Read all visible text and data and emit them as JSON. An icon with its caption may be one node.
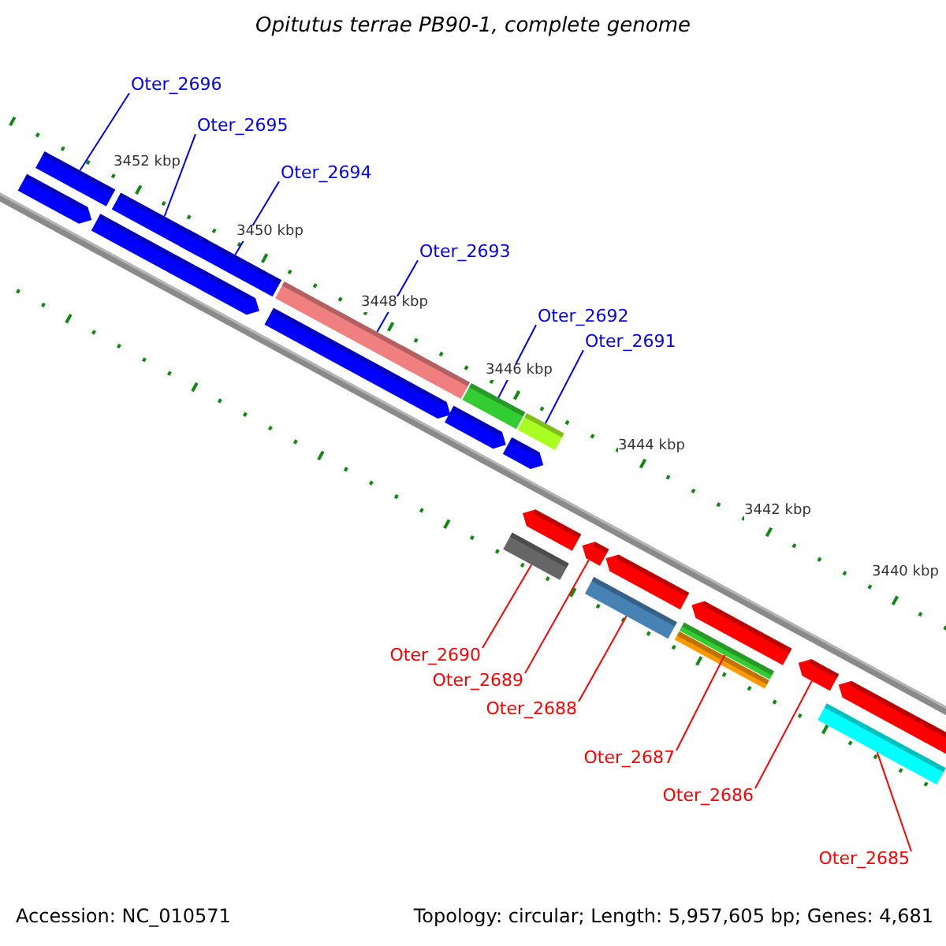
{
  "diagram": {
    "title": "Opitutus terrae PB90-1, complete genome",
    "nodes": [
      {
        "text": [
          "Oter_2696"
        ]
      },
      {
        "text": [
          "Oter_2695"
        ]
      },
      {
        "text": [
          "Oter_2694"
        ]
      },
      {
        "text": [
          "Oter_2693"
        ]
      },
      {
        "text": [
          "Oter_2692"
        ]
      },
      {
        "text": [
          "Oter_2691"
        ]
      },
      {
        "text": [
          "Oter_2690"
        ]
      },
      {
        "text": [
          "Oter_2689"
        ]
      },
      {
        "text": [
          "Oter_2688"
        ]
      },
      {
        "text": [
          "Oter_2687"
        ]
      },
      {
        "text": [
          "Oter_2686"
        ]
      },
      {
        "text": [
          "Oter_2685"
        ]
      },
      {
        "text": [],
        "shape": "bar"
      },
      {
        "text": [],
        "shape": "bar"
      },
      {
        "text": [],
        "shape": "bar"
      },
      {
        "text": [],
        "shape": "bar"
      },
      {
        "text": [],
        "shape": "bar"
      },
      {
        "text": [],
        "shape": "bar"
      },
      {
        "text": [],
        "shape": "bar"
      },
      {
        "text": [],
        "shape": "bar"
      },
      {
        "text": [],
        "shape": "bar"
      },
      {
        "text": [],
        "shape": "bar"
      },
      {
        "text": [],
        "shape": "bar"
      },
      {
        "text": [],
        "shape": "bar"
      },
      {
        "text": [],
        "shape": "bar"
      },
      {
        "text": [],
        "shape": "bar"
      },
      {
        "text": [],
        "shape": "bar"
      },
      {
        "text": [],
        "shape": "bar"
      },
      {
        "text": [],
        "shape": "bar"
      },
      {
        "text": [],
        "shape": "bar"
      },
      {
        "text": [],
        "shape": "bar"
      },
      {
        "text": [],
        "shape": "bar"
      },
      {
        "text": [],
        "shape": "bar"
      },
      {
        "text": [],
        "shape": "bar"
      },
      {
        "text": [],
        "shape": "bar"
      }
    ],
    "edges": [
      {
        "from": 0,
        "to": 12,
        "arrow": "none",
        "color": "#0000ff"
      },
      {
        "from": 1,
        "to": 13,
        "arrow": "none",
        "color": "#0000ff"
      },
      {
        "from": 2,
        "to": 14,
        "arrow": "none",
        "color": "#0000ff"
      },
      {
        "from": 3,
        "to": 15,
        "arrow": "none",
        "color": "#0000ff"
      },
      {
        "from": 4,
        "to": 16,
        "arrow": "none",
        "color": "#0000ff"
      },
      {
        "from": 5,
        "to": 17,
        "arrow": "none",
        "color": "#0000ff"
      },
      {
        "from": 6,
        "to": 18,
        "arrow": "none",
        "color": "#ff0000"
      },
      {
        "from": 7,
        "to": 19,
        "arrow": "none",
        "color": "#ff0000"
      },
      {
        "from": 8,
        "to": 20,
        "arrow": "none",
        "color": "#ff0000"
      },
      {
        "from": 9,
        "to": 21,
        "arrow": "none",
        "color": "#ff0000"
      },
      {
        "from": 10,
        "to": 22,
        "arrow": "none",
        "color": "#ff0000"
      },
      {
        "from": 11,
        "to": 23,
        "arrow": "none",
        "color": "#ff0000"
      }
    ],
    "labels": [
      "3452 kbp",
      "3450 kbp",
      "3448 kbp",
      "3446 kbp",
      "3444 kbp",
      "3442 kbp",
      "3440 kbp",
      "Accession: NC_010571",
      "Topology: circular; Length: 5,957,605 bp; Genes: 4,681"
    ]
  }
}
